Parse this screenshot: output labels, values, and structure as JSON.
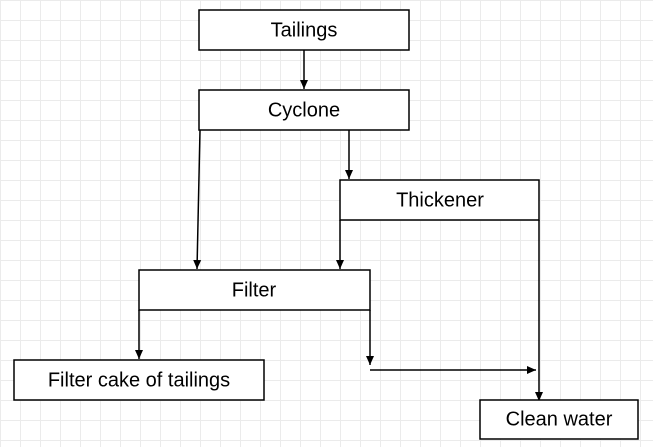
{
  "colors": {
    "background": "#ffffff",
    "grid": "#ebebeb",
    "stroke": "#000000",
    "text": "#000000"
  },
  "nodes": {
    "tailings": "Tailings",
    "cyclone": "Cyclone",
    "thickener": "Thickener",
    "filter": "Filter",
    "filter_cake": "Filter cake of tailings",
    "clean_water": "Clean water"
  },
  "edges": [
    {
      "from": "tailings",
      "to": "cyclone"
    },
    {
      "from": "cyclone",
      "to": "filter"
    },
    {
      "from": "cyclone",
      "to": "thickener"
    },
    {
      "from": "thickener",
      "to": "filter"
    },
    {
      "from": "thickener",
      "to": "clean_water"
    },
    {
      "from": "filter",
      "to": "filter_cake"
    },
    {
      "from": "filter",
      "to": "clean_water"
    }
  ]
}
